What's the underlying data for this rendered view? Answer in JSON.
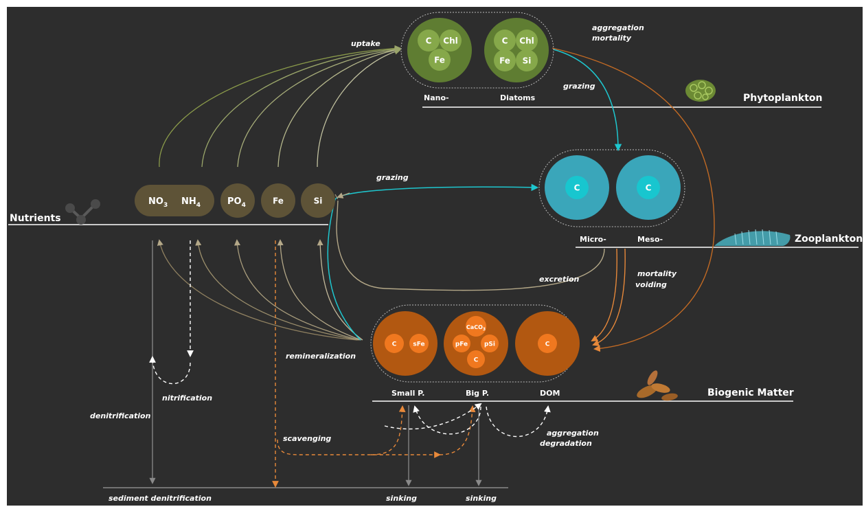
{
  "colors": {
    "background": "#2d2d2d",
    "phyto_outer": "#5f7d32",
    "phyto_inner": "#86a84a",
    "zoo_outer": "#3aa6ba",
    "zoo_inner": "#18c6cf",
    "biogenic_outer": "#b25811",
    "biogenic_inner": "#f0781f",
    "nutrient": "#5e5337",
    "uptake_arrow": "#9aa46a",
    "remin_arrow": "#b4a888",
    "grazing_arrow": "#1ec7cf",
    "mortality_arrow": "#e8893a",
    "gray_arrow": "#8a8a8a"
  },
  "sections": {
    "phytoplankton": "Phytoplankton",
    "zooplankton": "Zooplankton",
    "nutrients": "Nutrients",
    "biogenic": "Biogenic Matter"
  },
  "phyto": {
    "nano_label": "Nano-",
    "diatoms_label": "Diatoms",
    "nano_cells": [
      "C",
      "Chl",
      "Fe"
    ],
    "diatom_cells": [
      "C",
      "Chl",
      "Fe",
      "Si"
    ]
  },
  "zoo": {
    "micro_label": "Micro-",
    "meso_label": "Meso-",
    "micro_cell": "C",
    "meso_cell": "C"
  },
  "nutrients": {
    "no3": "NO",
    "no3_sub": "3",
    "nh4": "NH",
    "nh4_sub": "4",
    "po4": "PO",
    "po4_sub": "4",
    "fe": "Fe",
    "si": "Si"
  },
  "biogenic": {
    "small_label": "Small P.",
    "big_label": "Big P.",
    "dom_label": "DOM",
    "small_cells": [
      "C",
      "sFe"
    ],
    "big_cells": [
      "CaCO",
      "3",
      "pFe",
      "pSi",
      "C"
    ],
    "dom_cell": "C"
  },
  "processes": {
    "uptake": "uptake",
    "aggregation_mortality_1": "aggregation",
    "aggregation_mortality_2": "mortality",
    "grazing_phyto": "grazing",
    "grazing_zoo": "grazing",
    "excretion": "excretion",
    "mortality_voiding_1": "mortality",
    "mortality_voiding_2": "voiding",
    "remineralization": "remineralization",
    "nitrification": "nitrification",
    "denitrification": "denitrification",
    "scavenging": "scavenging",
    "aggregation_degradation_1": "aggregation",
    "aggregation_degradation_2": "degradation",
    "sediment_denitrification": "sediment denitrification",
    "sinking_1": "sinking",
    "sinking_2": "sinking"
  }
}
